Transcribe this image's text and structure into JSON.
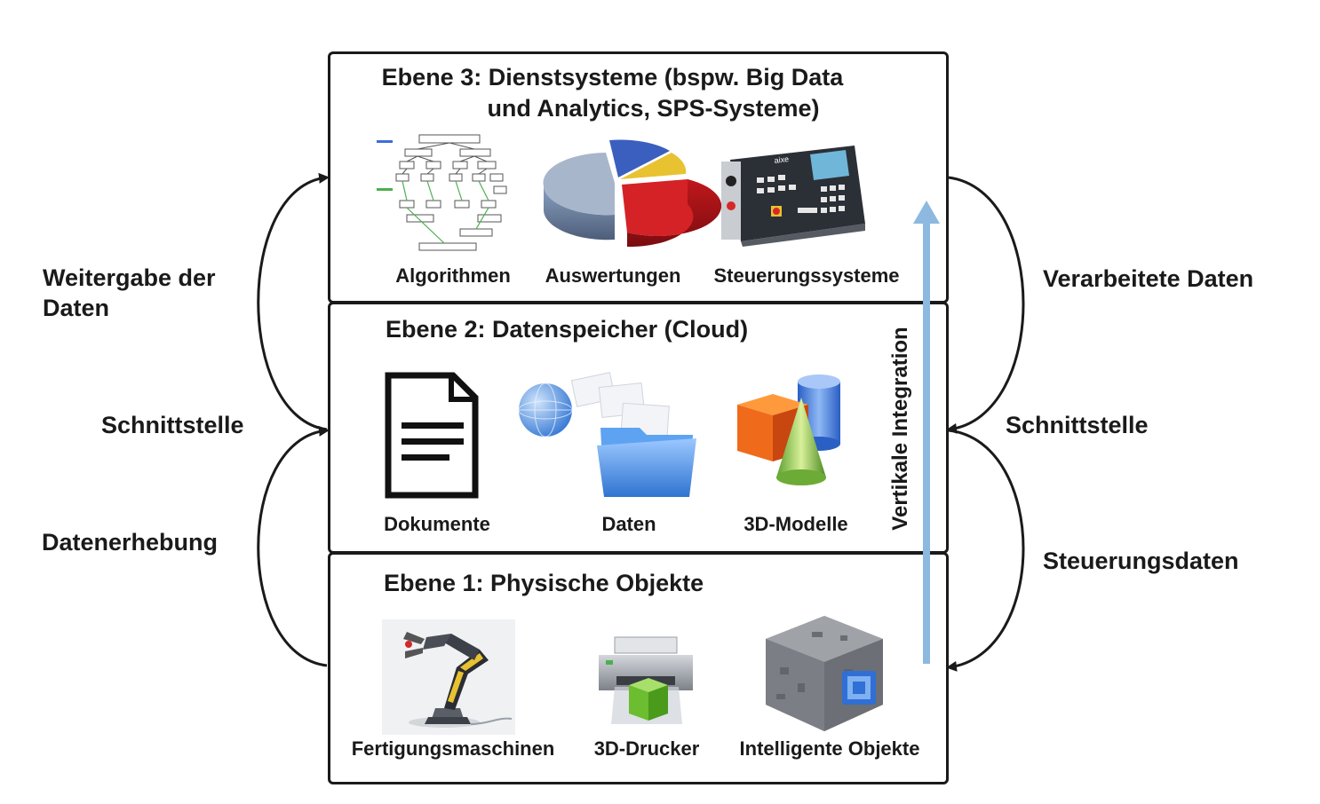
{
  "layers": {
    "l3": {
      "title": "Ebene 3: Dienstsysteme (bspw. Big Data",
      "title_line2": "und Analytics, SPS-Systeme)",
      "items": [
        "Algorithmen",
        "Auswertungen",
        "Steuerungssysteme"
      ]
    },
    "l2": {
      "title": "Ebene 2: Datenspeicher (Cloud)",
      "items": [
        "Dokumente",
        "Daten",
        "3D-Modelle"
      ]
    },
    "l1": {
      "title": "Ebene 1: Physische Objekte",
      "items": [
        "Fertigungsmaschinen",
        "3D-Drucker",
        "Intelligente Objekte"
      ]
    }
  },
  "vertical_label": "Vertikale Integration",
  "left": {
    "top": "Weitergabe der",
    "top_line2": "Daten",
    "middle": "Schnittstelle",
    "bottom": "Datenerhebung"
  },
  "right": {
    "top": "Verarbeitete Daten",
    "middle": "Schnittstelle",
    "bottom": "Steuerungsdaten"
  },
  "cnc_brand": "aixe",
  "colors": {
    "vertical_arrow": "#8db8df",
    "border": "#1a1a1a"
  }
}
